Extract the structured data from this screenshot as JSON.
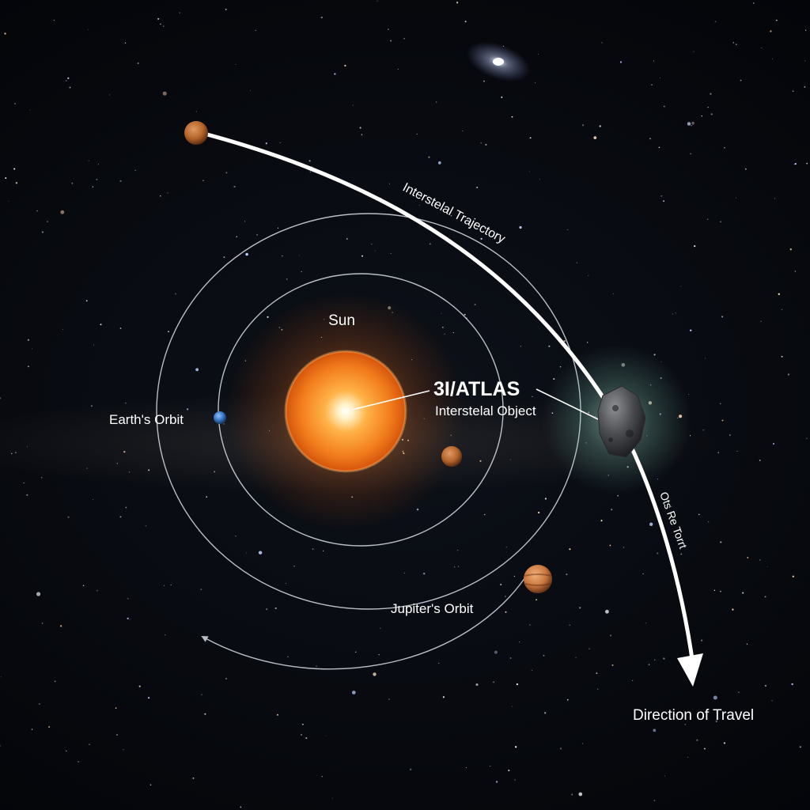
{
  "labels": {
    "sun": "Sun",
    "earth_orbit": "Earth's Orbit",
    "jupiter_orbit": "Jupiter's Orbit",
    "object_name": "3I/ATLAS",
    "object_subtitle": "Interstelal Object",
    "trajectory": "Interstelal Trajectory",
    "path_note": "Ots Re Torrt",
    "direction": "Direction of Travel"
  },
  "colors": {
    "sun_core": "#ffffff",
    "sun_mid": "#ffb347",
    "sun_edge": "#e8640f",
    "earth": "#3a78c8",
    "rocky_planet": "#b5652b",
    "jupiter": "#c9783f",
    "trajectory": "#ffffff",
    "orbit_line": "#d8dde6",
    "comet_glow": "#9fd8c8"
  },
  "icons": {
    "object": "asteroid-icon",
    "direction": "arrow-down-icon"
  }
}
